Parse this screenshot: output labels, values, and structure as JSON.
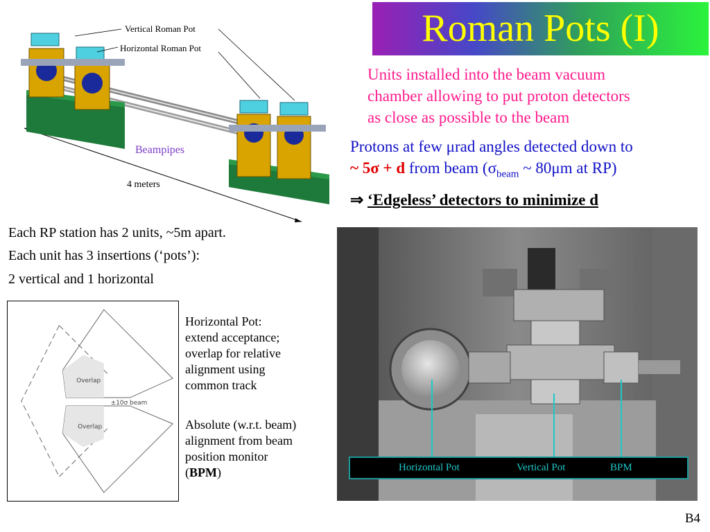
{
  "title": "Roman Pots (I)",
  "diagram_top": {
    "label_vertical": "Vertical Roman Pot",
    "label_horizontal": "Horizontal Roman Pot",
    "label_beampipes": "Beampipes",
    "label_distance": "4 meters"
  },
  "intro": {
    "line1": "Units installed into the beam vacuum",
    "line2": "chamber allowing to put proton detectors",
    "line3": "as close as possible to the beam"
  },
  "protons": {
    "part1": "Protons at few ",
    "mu": "μ",
    "part2": "rad angles detected down to",
    "red": "~ 5σ + d",
    "part3": " from beam (",
    "sigma": "σ",
    "sub": "beam",
    "part4": " ~ 80",
    "mu2": "μ",
    "part5": "m at RP)"
  },
  "edgeless": {
    "arrow": "⇒",
    "text": "‘Edgeless’ detectors to minimize d"
  },
  "station": {
    "line1": "Each RP station has 2 units, ~5m apart.",
    "line2": "Each unit has 3 insertions (‘pots’):",
    "line3": "2 vertical and 1 horizontal"
  },
  "pot_diagram": {
    "overlap_top": "Overlap",
    "overlap_bottom": "Overlap",
    "beam_label": "±10σ  beam"
  },
  "horizontal_pot_text": {
    "l1": "Horizontal Pot:",
    "l2": "extend acceptance;",
    "l3": "overlap for relative",
    "l4": "alignment using",
    "l5": "common track"
  },
  "absolute_text": {
    "l1": "Absolute (w.r.t. beam)",
    "l2": "alignment from beam",
    "l3": "position monitor",
    "l4_open": "(",
    "l4_bold": "BPM",
    "l4_close": ")"
  },
  "photo": {
    "caption_horizontal": "Horizontal Pot",
    "caption_vertical": "Vertical Pot",
    "caption_bpm": "BPM"
  },
  "slide_number": "B4",
  "colors": {
    "title_text": "#ffff00",
    "body_blue": "#1010c8",
    "highlight_pink": "#ff1a8c",
    "highlight_red": "#e00000",
    "caption_teal": "#1fc8c8"
  }
}
